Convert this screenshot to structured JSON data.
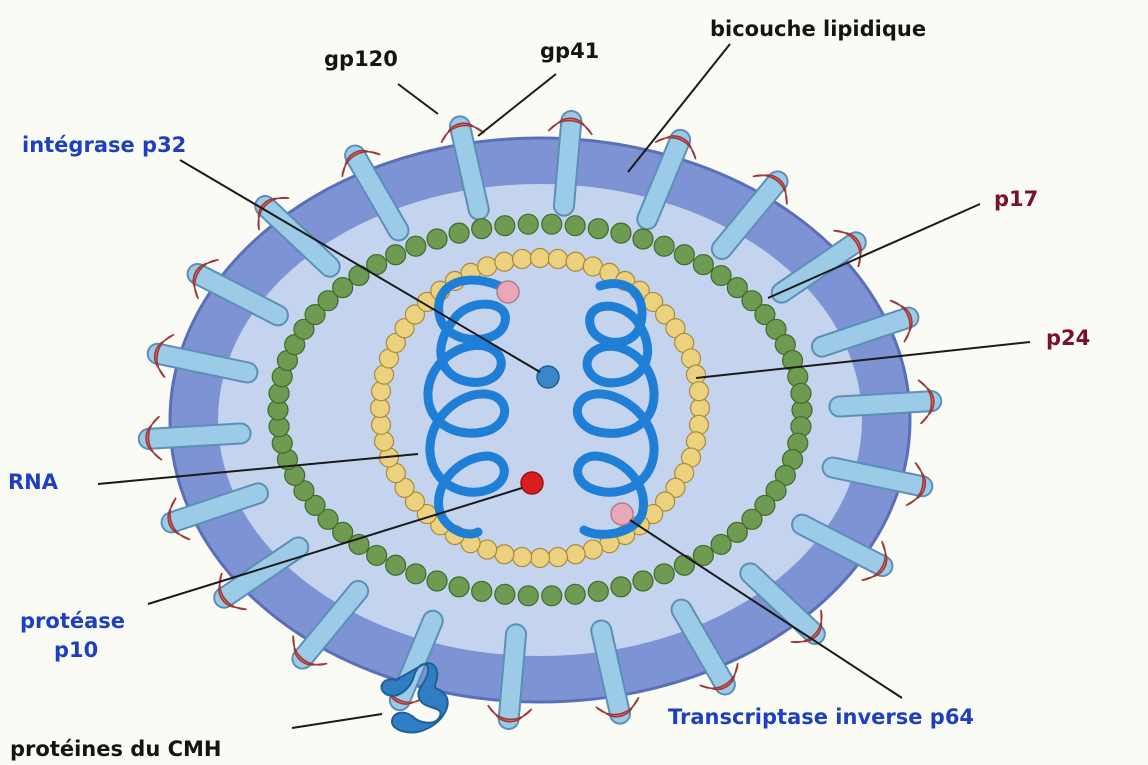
{
  "labels": {
    "gp120": "gp120",
    "gp41": "gp41",
    "lipid_bilayer": "bicouche lipidique",
    "integrase": "intégrase p32",
    "p17": "p17",
    "p24": "p24",
    "rna": "RNA",
    "protease_line1": "protéase",
    "protease_line2": "p10",
    "reverse_transcriptase": "Transcriptase inverse p64",
    "mhc_proteins": "protéines du CMH"
  },
  "colors": {
    "background": "#fbfbf6",
    "envelope": "#7e93d4",
    "envelope_edge": "#5a6fb8",
    "interior": "#c4d4ee",
    "spike_stem": "#9ccbe8",
    "spike_cap": "#d86a6a",
    "matrix_p17": "#6e9a52",
    "capsid_p24": "#ecd27e",
    "rna": "#1f7fd6",
    "integrase_dot": "#3a86c8",
    "protease_dot": "#d81e1e",
    "rt_dot": "#e8a8b8",
    "mhc_protein": "#2f7ec4"
  }
}
